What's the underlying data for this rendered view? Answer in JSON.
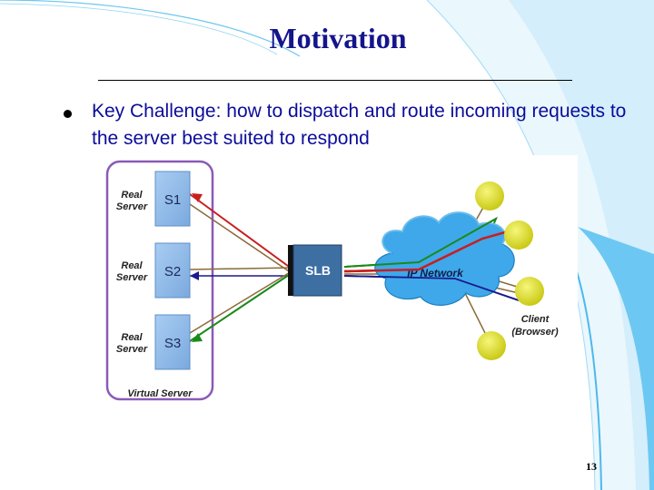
{
  "slide": {
    "title": "Motivation",
    "bullet": "Key Challenge: how to dispatch and route incoming requests to the server best suited to respond",
    "page_number": "13"
  },
  "diagram": {
    "servers": [
      {
        "role": "Real",
        "role2": "Server",
        "id": "S1"
      },
      {
        "role": "Real",
        "role2": "Server",
        "id": "S2"
      },
      {
        "role": "Real",
        "role2": "Server",
        "id": "S3"
      }
    ],
    "virtual_server_label": "Virtual Server",
    "slb_label": "SLB",
    "network_label": "IP Network",
    "client_label_line1": "Client",
    "client_label_line2": "(Browser)"
  },
  "colors": {
    "title": "#14148c",
    "bullet_text": "#0c0c9a",
    "server_box": "#8fb9e8",
    "virtual_server_border": "#8a5ab8",
    "slb_box": "#3d6fa3",
    "cloud": "#3ea8ea",
    "client": "#d8d81a",
    "link_red": "#c81e1e",
    "link_green": "#1a8a1a",
    "link_blue": "#1a1a8c",
    "link_brown": "#8a6a3a"
  }
}
